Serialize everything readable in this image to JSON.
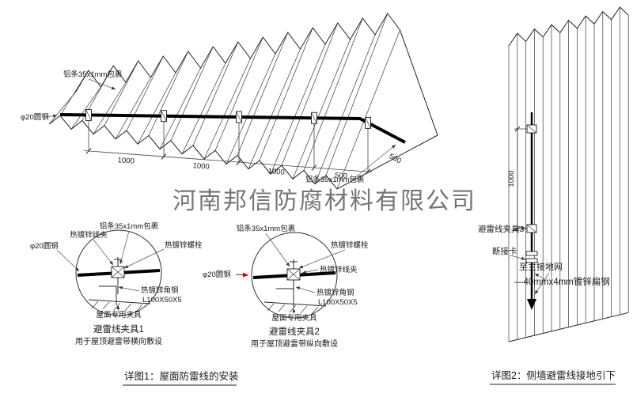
{
  "watermark": {
    "text": "河南邦信防腐材料有限公司",
    "color": "#9b9b9b"
  },
  "roof_view": {
    "label_alu_wrap_top": "铝条35x1mm包裹",
    "label_alu_wrap_bottom": "铝条35x1mm包裹",
    "label_round_steel": "φ20圆钢",
    "dims": [
      "1000",
      "1000",
      "1000",
      "500"
    ],
    "dim_edge": "500"
  },
  "detail1": {
    "title": "避雷线夹具1",
    "subtitle": "用于屋顶避雷带横向敷设",
    "labels": {
      "wire_clamp": "热镀锌线夹",
      "alu_wrap": "铝条35x1mm包裹",
      "bolt": "热镀锌螺栓",
      "round_steel": "φ20圆钢",
      "angle_steel": "热镀锌角钢",
      "angle_spec": "L100X50X5",
      "roof_fixture": "屋面专用夹具"
    }
  },
  "detail2": {
    "title": "避雷线夹具2",
    "subtitle": "用于屋顶避雷带纵向敷设",
    "round_steel_color": "#cc0000",
    "labels": {
      "wire_clamp": "热镀锌线夹",
      "alu_wrap": "铝条35x1mm包裹",
      "bolt": "热镀锌螺栓",
      "round_steel": "φ20圆钢",
      "angle_steel": "热镀锌角钢",
      "angle_spec": "L100X50X5",
      "roof_fixture": "屋面专用夹具"
    }
  },
  "wall_view": {
    "dim_vertical": "1000",
    "label_clamp3": "避雷线夹具3",
    "label_disconnect": "断接卡",
    "label_ground": "至主接地网",
    "label_flat_steel": "—40mmx4mm镀锌扁钢"
  },
  "captions": {
    "detail1_title": "详图1：屋面防雷线的安装",
    "detail2_title": "详图2：侧墙避雷线接地引下"
  }
}
